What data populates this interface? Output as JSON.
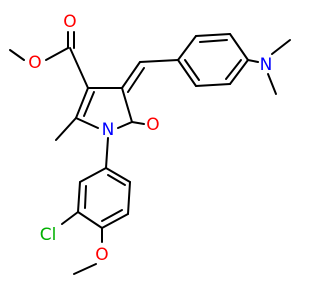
{
  "molecule": {
    "atom_labels": {
      "ester_carbonyl_o": "O",
      "ester_ether_o": "O",
      "ring_n": "N",
      "lactam_o": "O",
      "dimethylamino_n": "N",
      "chloro": "Cl",
      "methoxy_o": "O"
    },
    "colors": {
      "bond": "#000000",
      "oxygen": "#ff0000",
      "nitrogen": "#0000ff",
      "chlorine": "#00b000"
    }
  }
}
